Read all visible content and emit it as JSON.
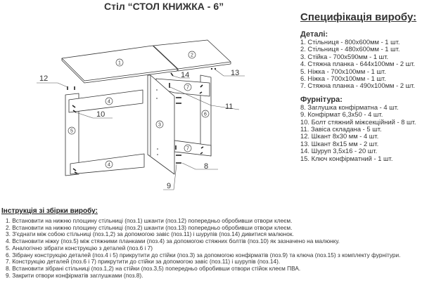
{
  "title": "Стіл “СТОЛ КНИЖКА - 6”",
  "drawing": {
    "part_labels": [
      "1",
      "2",
      "3",
      "4",
      "4",
      "5",
      "6",
      "7",
      "7"
    ],
    "callouts": [
      "12",
      "14",
      "13",
      "11",
      "10",
      "8",
      "9"
    ]
  },
  "spec": {
    "heading": "Специфікація виробу:",
    "details_heading": "Деталі:",
    "details": [
      "1. Стільниця - 800х600мм - 1 шт.",
      "2. Стільниця - 480х600мм - 1 шт.",
      "3. Стійка - 700х590мм - 1 шт.",
      "4. Стяжна планка - 644х100мм - 2 шт.",
      "5. Ніжка - 700х100мм - 1 шт.",
      "6. Ніжка - 700х100мм - 1 шт.",
      "7. Стяжна планка - 490х100мм - 2 шт."
    ],
    "hardware_heading": "Фурнітура:",
    "hardware": [
      "8. Заглушка конфірматна - 4 шт.",
      "9. Конфірмат 6,3х50 - 4 шт.",
      "10. Болт стяжний міжсекційний - 8 шт.",
      "11. Завіса складана - 5 шт.",
      "12. Шкант 8х30 мм - 4 шт.",
      "13. Шкант 8х15 мм - 2 шт.",
      "14. Шуруп 3,5х16 - 20 шт.",
      "15. Ключ конфірматний - 1 шт."
    ]
  },
  "instructions": {
    "heading": "Інструкція зі збірки виробу:",
    "steps": [
      "1. Встановити на нижню площину стільниці (поз.1) шканти (поз.12) попередньо обробивши отвори клеєм.",
      "2. Встановити на нижню площину стільниці (поз.2) шканти (поз.13) попередньо обробивши отвори клеєм.",
      "3. З'єднати між собою стільниці (поз.1,2) за допомогою завіс (поз.11) і шурупів (поз.14) дивитися малюнок.",
      "4. Встановити ніжку (поз.5) між стяжними планками (поз.4) за допомогою стяжних болтів (поз.10) як зазначено на малюнку.",
      "5. Аналогічно зібрати конструкцію з деталей (поз.6 і 7)",
      "6. Зібрану конструкцію деталей (поз.4 і 5) прикрутити до стійки (поз.3) за допомогою конфірматів (поз.9) та ключа (поз.15) з комплекту фурнітури.",
      "7. Конструкцію деталей (поз.6 і 7) прикрутити до стійки за допомогою завіс  (поз.11) і шурупів (поз.14).",
      "8. Встановити зібрані стільниці (поз.1,2) на стійки (поз.3,5) попередньо обробивши отвори стійок клеєм ПВА.",
      "9. Закрити отвори конфірматів заглушками (поз.8)."
    ]
  }
}
